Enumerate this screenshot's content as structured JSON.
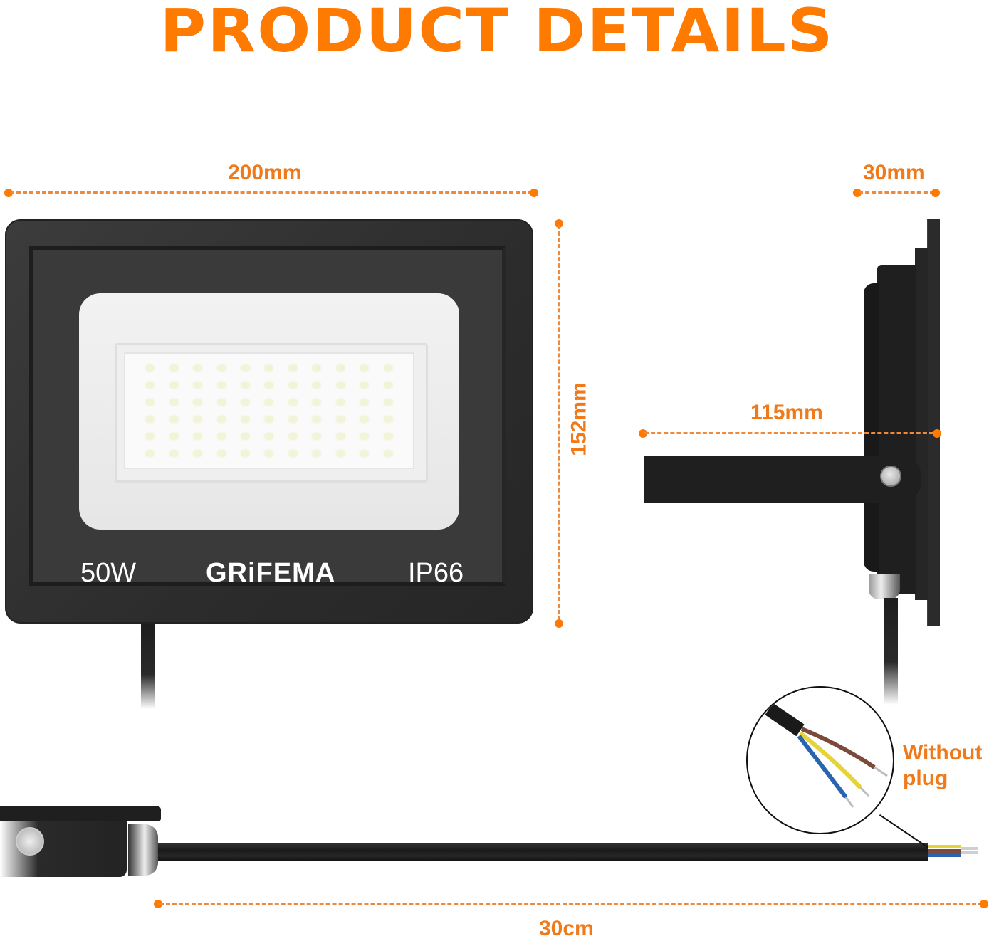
{
  "title": "PRODUCT DETAILS",
  "colors": {
    "accent": "#ff7a00",
    "dimension_line": "#ef8a3a",
    "housing": "#2c2c2c",
    "reflector": "#f0f0f0",
    "wire_brown": "#7b4a3a",
    "wire_yellow_green": "#e6d23a",
    "wire_blue": "#2a63b0"
  },
  "front_view": {
    "width_label": "200mm",
    "height_label": "152mm",
    "power_label": "50W",
    "brand_label": "GRiFEMA",
    "ip_rating_label": "IP66",
    "led_rows": 6,
    "led_columns": 11
  },
  "side_view": {
    "depth_label": "30mm",
    "bracket_length_label": "115mm"
  },
  "cable_view": {
    "cable_length_label": "30cm",
    "callout_text_line1": "Without",
    "callout_text_line2": "plug",
    "wires": [
      "brown",
      "yellow-green",
      "blue"
    ]
  }
}
